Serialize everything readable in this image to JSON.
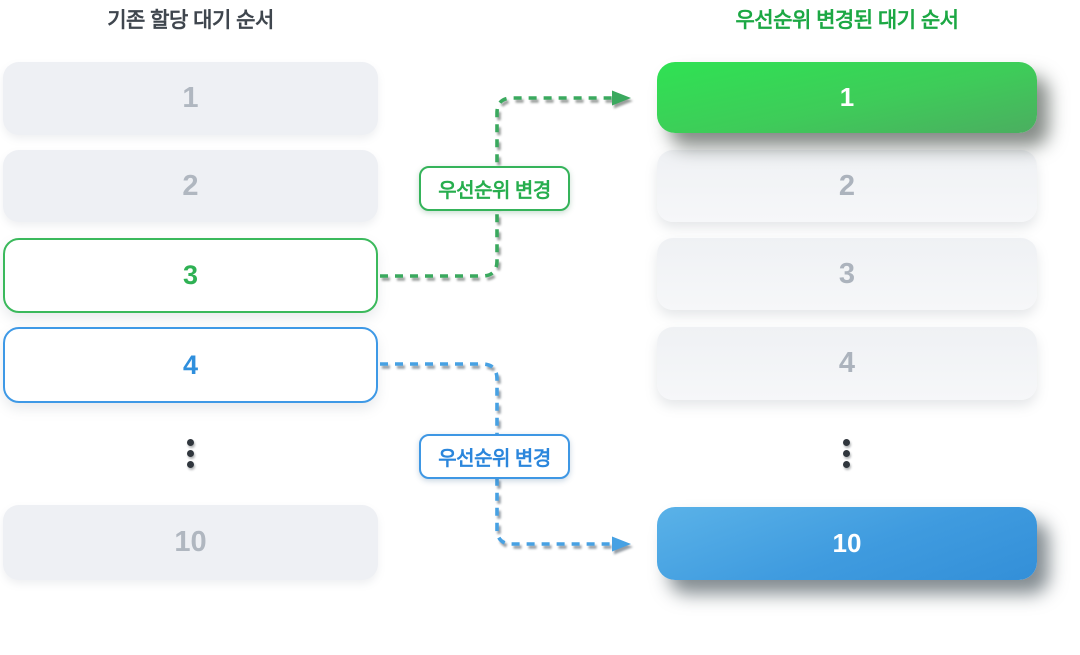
{
  "left_column": {
    "title": "기존 할당 대기 순서",
    "items": [
      {
        "label": "1",
        "style": "default"
      },
      {
        "label": "2",
        "style": "default"
      },
      {
        "label": "3",
        "style": "highlight-green-outline"
      },
      {
        "label": "4",
        "style": "highlight-blue-outline"
      },
      {
        "label": "10",
        "style": "default"
      }
    ]
  },
  "right_column": {
    "title": "우선순위 변경된 대기 순서",
    "items": [
      {
        "label": "1",
        "style": "highlight-green-fill"
      },
      {
        "label": "2",
        "style": "default"
      },
      {
        "label": "3",
        "style": "default"
      },
      {
        "label": "4",
        "style": "default"
      },
      {
        "label": "10",
        "style": "highlight-blue-fill"
      }
    ]
  },
  "annotations": {
    "green_arrow_label": "우선순위 변경",
    "blue_arrow_label": "우선순위 변경",
    "green_arrow": {
      "from": "left-item-3",
      "to": "right-item-1"
    },
    "blue_arrow": {
      "from": "left-item-4",
      "to": "right-item-10"
    }
  },
  "colors": {
    "left_title_text": "#3f464e",
    "right_title_text": "#1ca844",
    "green_accent": "#35b35a",
    "blue_accent": "#3e97e4",
    "green_box_gradient_top": "#2fe253",
    "green_box_gradient_bottom": "#4bae60",
    "blue_box_gradient_top": "#5ab2e8",
    "blue_box_gradient_bottom": "#338fd8",
    "gray_box_fill": "#eef0f4",
    "gray_number_text": "#b0b7c0"
  }
}
